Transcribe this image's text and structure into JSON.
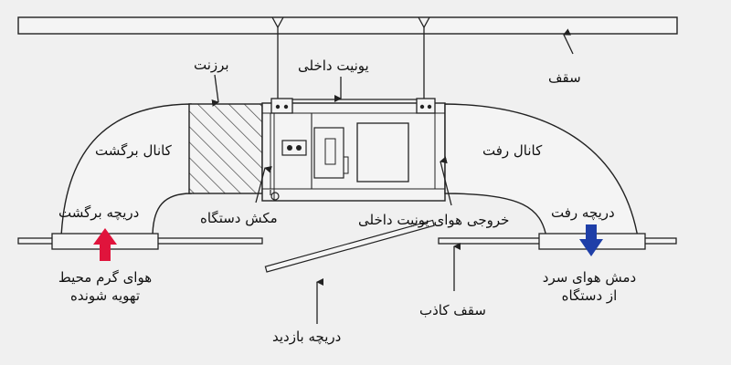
{
  "labels": {
    "ceiling": "سقف",
    "indoor_unit": "یونیت داخلی",
    "filter": "برزنت",
    "return_duct": "کانال برگشت",
    "supply_duct": "کانال رفت",
    "return_grille": "دریچه برگشت",
    "supply_grille": "دریچه رفت",
    "unit_suction": "مکش دستگاه",
    "unit_outlet": "خروجی هوای یونیت داخلی",
    "warm_air_line1": "هوای گرم محیط",
    "warm_air_line2": "تهویه شونده",
    "cold_air_line1": "دمش هوای سرد",
    "cold_air_line2": "از دستگاه",
    "false_ceiling": "سقف کاذب",
    "access_door": "دریچه بازدید"
  },
  "colors": {
    "background": "#f0f0f0",
    "line": "#222222",
    "warm_arrow": "#e0143c",
    "cold_arrow": "#1f3fa8"
  },
  "icons": {
    "warm_air": "arrow-up-icon",
    "cold_air": "arrow-down-icon"
  }
}
